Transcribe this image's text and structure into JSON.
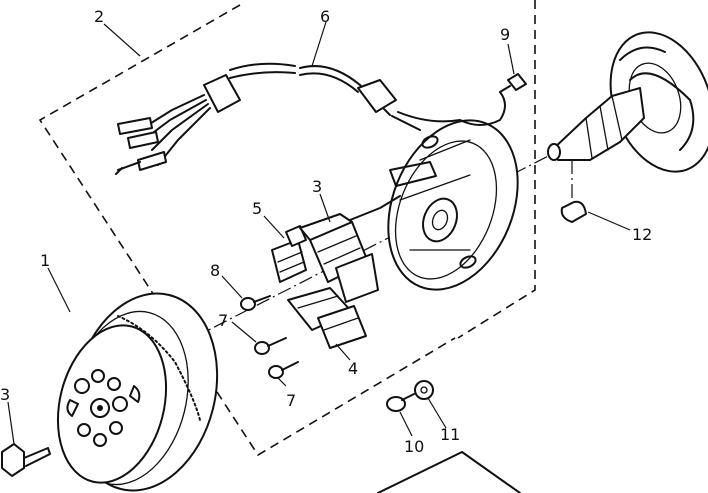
{
  "labels": {
    "p1": "1",
    "p2": "2",
    "p3": "3",
    "p4": "4",
    "p5": "5",
    "p6": "6",
    "p7a": "7",
    "p7b": "7",
    "p8": "8",
    "p9": "9",
    "p10": "10",
    "p11": "11",
    "p12": "12",
    "p13": "3"
  }
}
